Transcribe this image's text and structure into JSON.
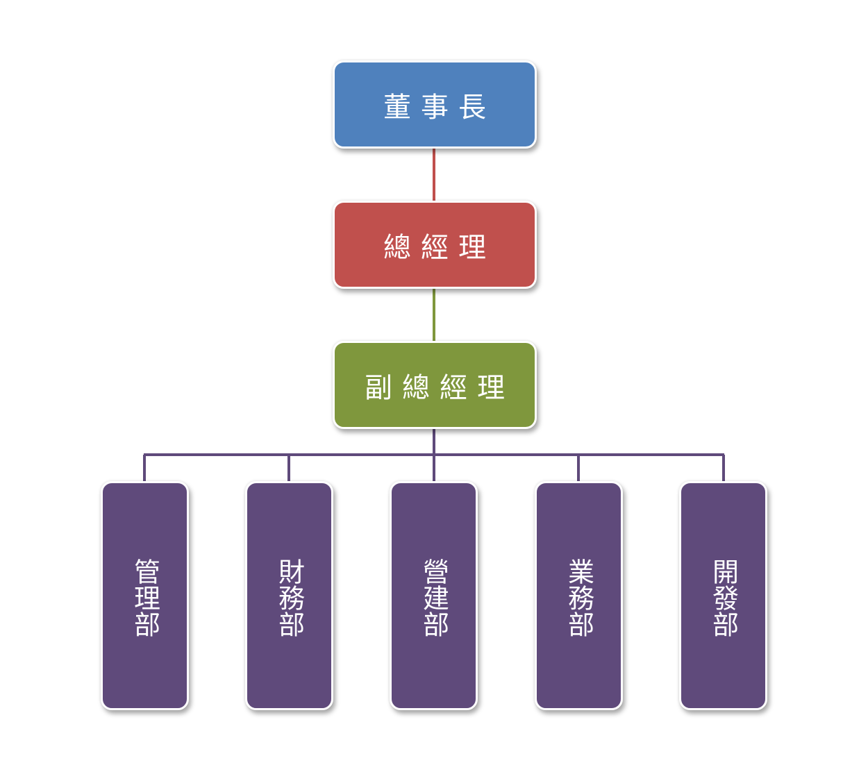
{
  "colors": {
    "chairman": "#4F81BD",
    "general_manager": "#C0504D",
    "vice_general_manager": "#7F973D",
    "departments": "#5F4A7B",
    "connector_top": "#C0504D",
    "connector_mid": "#7F973D",
    "connector_departments": "#5F4A7B"
  },
  "chairman": {
    "label": "董事長"
  },
  "general_manager": {
    "label": "總經理"
  },
  "vice_general_manager": {
    "label": "副總經理"
  },
  "departments": [
    {
      "label": "管理部"
    },
    {
      "label": "財務部"
    },
    {
      "label": "營建部"
    },
    {
      "label": "業務部"
    },
    {
      "label": "開發部"
    }
  ]
}
